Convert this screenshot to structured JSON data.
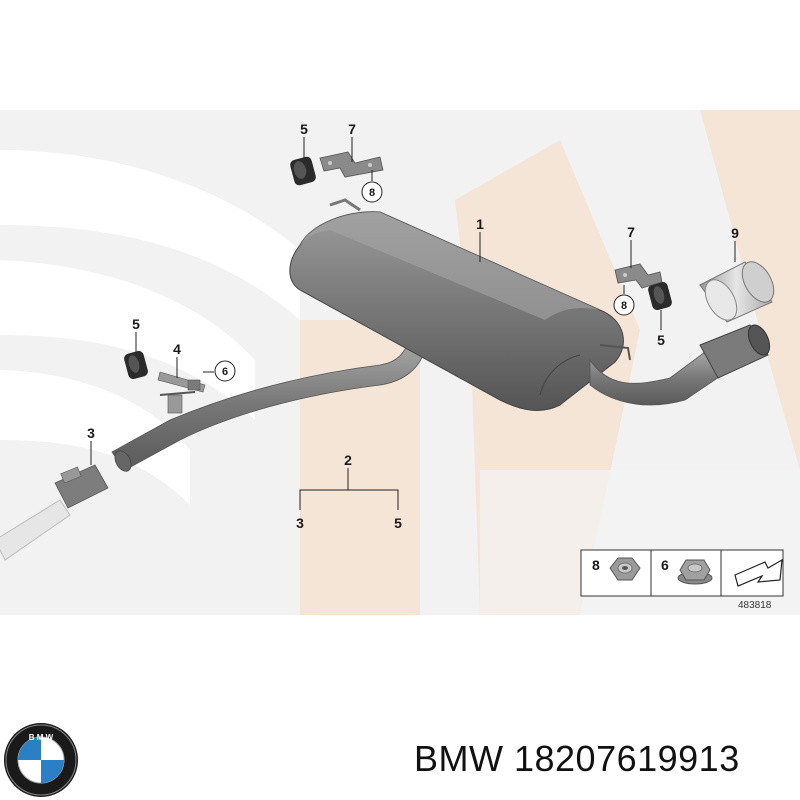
{
  "callouts": {
    "muffler": "1",
    "bracket_group": "2",
    "group_left": "3",
    "group_right": "5",
    "clamp": "3",
    "hanger_bolt": "4",
    "nut_6": "6",
    "mount_top": "5",
    "bracket_top": "7",
    "nut_top": "8",
    "bracket_right": "7",
    "nut_right": "8",
    "mount_right": "5",
    "tailpipe_trim": "9",
    "mount_left": "5"
  },
  "legend": {
    "item_8": "8",
    "item_6": "6"
  },
  "diagram_number": "483818",
  "footer": {
    "brand": "BMW",
    "part_number": "18207619913",
    "text": "BMW 18207619913"
  },
  "colors": {
    "watermark": "#f6e3d2",
    "watermark_grey": "#eeeeee",
    "metal_dark": "#6f6f6f",
    "metal_mid": "#8c8c8c",
    "metal_light": "#b5b5b5",
    "bmw_blue": "#2a7fc5"
  },
  "icons": [
    "bmw-logo-icon",
    "arrow-indicator-icon"
  ]
}
